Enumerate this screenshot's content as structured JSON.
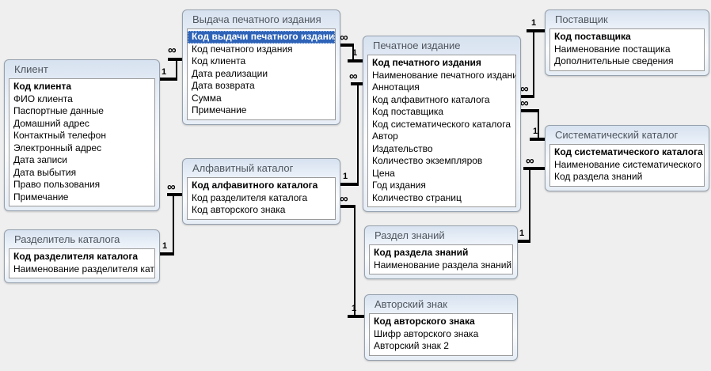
{
  "app": {
    "view": "relationships-diagram"
  },
  "colors": {
    "canvas_bg": "#efefef",
    "table_border": "#95a0ad",
    "table_header_tint": "#d7e2f0",
    "selected_row_bg": "#2e63b8",
    "selected_row_text": "#ffffff",
    "relationship_line": "#000000",
    "title_text": "#50565e"
  },
  "tables": [
    {
      "title": "Клиент",
      "fields": [
        {
          "name": "Код клиента",
          "pk": true
        },
        {
          "name": "ФИО клиента"
        },
        {
          "name": "Паспортные данные"
        },
        {
          "name": "Домашний адрес"
        },
        {
          "name": "Контактный телефон"
        },
        {
          "name": "Электронный адрес"
        },
        {
          "name": "Дата записи"
        },
        {
          "name": "Дата выбытия"
        },
        {
          "name": "Право пользования"
        },
        {
          "name": "Примечание"
        }
      ]
    },
    {
      "title": "Выдача печатного издания",
      "fields": [
        {
          "name": "Код выдачи печатного издания",
          "pk": true,
          "selected": true
        },
        {
          "name": "Код печатного издания"
        },
        {
          "name": "Код клиента"
        },
        {
          "name": "Дата реализации"
        },
        {
          "name": "Дата возврата"
        },
        {
          "name": "Сумма"
        },
        {
          "name": "Примечание"
        }
      ]
    },
    {
      "title": "Алфавитный каталог",
      "fields": [
        {
          "name": "Код алфавитного каталога",
          "pk": true
        },
        {
          "name": "Код разделителя каталога"
        },
        {
          "name": "Код авторского знака"
        }
      ]
    },
    {
      "title": "Разделитель каталога",
      "fields": [
        {
          "name": "Код разделителя каталога",
          "pk": true
        },
        {
          "name": "Наименование разделителя каталога"
        }
      ]
    },
    {
      "title": "Печатное издание",
      "fields": [
        {
          "name": "Код печатного издания",
          "pk": true
        },
        {
          "name": "Наименование печатного издания"
        },
        {
          "name": "Аннотация"
        },
        {
          "name": "Код алфавитного каталога"
        },
        {
          "name": "Код поставщика"
        },
        {
          "name": "Код систематического каталога"
        },
        {
          "name": "Автор"
        },
        {
          "name": "Издательство"
        },
        {
          "name": "Количество экземпляров"
        },
        {
          "name": "Цена"
        },
        {
          "name": "Год издания"
        },
        {
          "name": "Количество страниц"
        }
      ]
    },
    {
      "title": "Поставщик",
      "fields": [
        {
          "name": "Код поставщика",
          "pk": true
        },
        {
          "name": "Наименование постащика"
        },
        {
          "name": "Дополнительные сведения"
        }
      ]
    },
    {
      "title": "Систематический каталог",
      "fields": [
        {
          "name": "Код систематического каталога",
          "pk": true
        },
        {
          "name": "Наименование систематического каталога"
        },
        {
          "name": "Код раздела знаний"
        }
      ]
    },
    {
      "title": "Раздел знаний",
      "fields": [
        {
          "name": "Код раздела знаний",
          "pk": true
        },
        {
          "name": "Наименование раздела знаний"
        }
      ]
    },
    {
      "title": "Авторский знак",
      "fields": [
        {
          "name": "Код авторского знака",
          "pk": true
        },
        {
          "name": "Шифр авторского знака"
        },
        {
          "name": "Авторский знак 2"
        }
      ]
    }
  ],
  "relationships": [
    {
      "name": "klient-vydacha",
      "one_side": "Клиент",
      "many_side": "Выдача печатного издания",
      "one": "1",
      "many": "∞"
    },
    {
      "name": "pechatnoe-vydacha",
      "one_side": "Печатное издание",
      "many_side": "Выдача печатного издания",
      "one": "1",
      "many": "∞"
    },
    {
      "name": "alfavit-pechatnoe",
      "one_side": "Алфавитный каталог",
      "many_side": "Печатное издание",
      "one": "1",
      "many": "∞"
    },
    {
      "name": "avtorskiy-alfavit",
      "one_side": "Авторский знак",
      "many_side": "Алфавитный каталог",
      "one": "1",
      "many": "∞"
    },
    {
      "name": "razdelitel-alfavit",
      "one_side": "Разделитель каталога",
      "many_side": "Алфавитный каталог",
      "one": "1",
      "many": "∞"
    },
    {
      "name": "postavshik-pechatnoe",
      "one_side": "Поставщик",
      "many_side": "Печатное издание",
      "one": "1",
      "many": "∞"
    },
    {
      "name": "sistemat-pechatnoe",
      "one_side": "Систематический каталог",
      "many_side": "Печатное издание",
      "one": "1",
      "many": "∞"
    },
    {
      "name": "razdel-sistemat",
      "one_side": "Раздел знаний",
      "many_side": "Систематический каталог",
      "one": "1",
      "many": "∞"
    }
  ]
}
